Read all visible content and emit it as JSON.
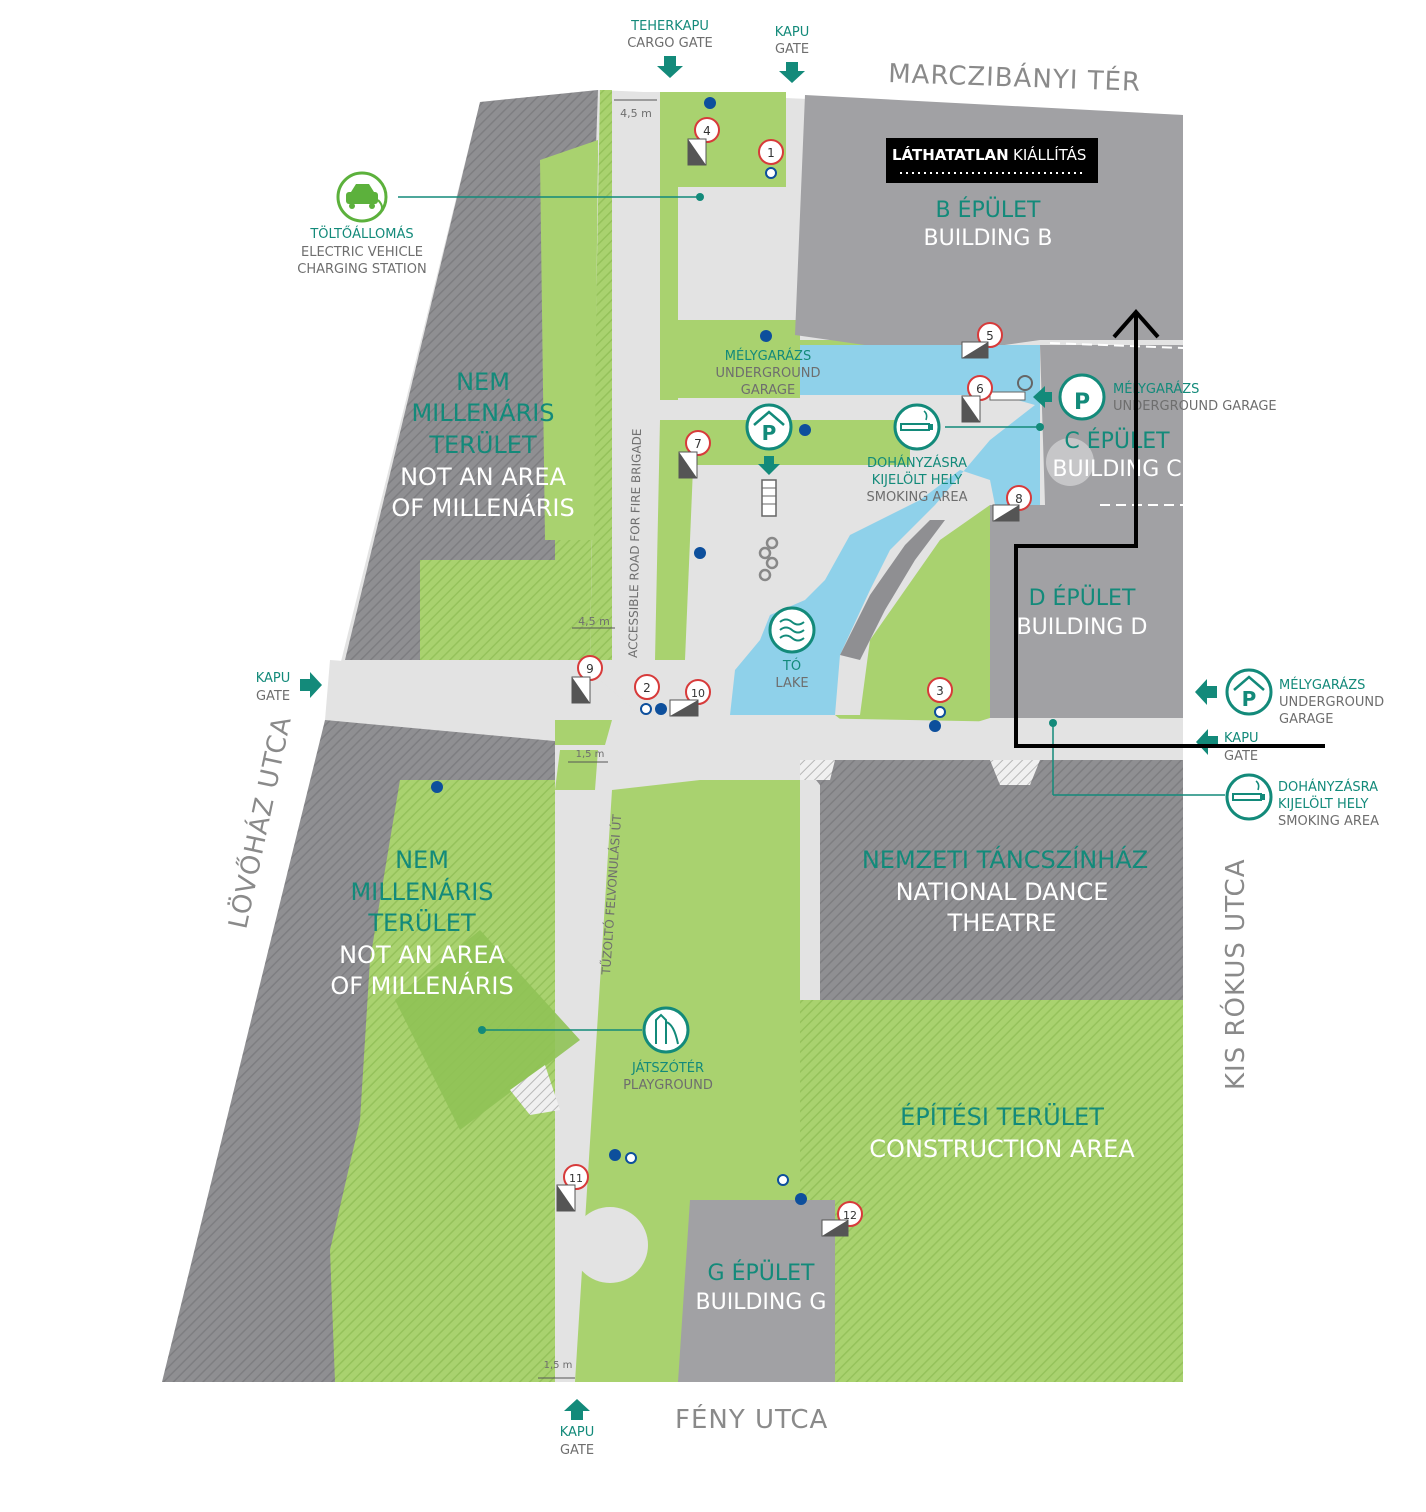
{
  "colors": {
    "grass": "#a9d26f",
    "grass_dark": "#8fc255",
    "building": "#a1a1a4",
    "path": "#e3e3e3",
    "water": "#8fd1ea",
    "accent": "#138a7a",
    "marker_red": "#d73a3a",
    "dot_blue": "#0d4f9c",
    "route": "#000000"
  },
  "streets": {
    "north": "MARCZIBÁNYI TÉR",
    "south": "FÉNY UTCA",
    "west": "LÖVŐHÁZ UTCA",
    "east": "KIS RÓKUS UTCA"
  },
  "gates": {
    "cargo": {
      "hu": "TEHERKAPU",
      "en": "CARGO GATE"
    },
    "north": {
      "hu": "KAPU",
      "en": "GATE"
    },
    "west": {
      "hu": "KAPU",
      "en": "GATE"
    },
    "east": {
      "hu": "KAPU",
      "en": "GATE"
    },
    "south": {
      "hu": "KAPU",
      "en": "GATE"
    }
  },
  "widths": {
    "top": "4,5 m",
    "middle": "4,5 m",
    "mid_small": "1,5 m",
    "bottom": "1,5 m"
  },
  "road_labels": {
    "fire_brigade": "ACCESSIBLE ROAD FOR FIRE BRIGADE",
    "tuzolto": "TŰZOLTÓ FELVONULÁSI ÚT"
  },
  "buildings": {
    "b": {
      "hu": "B ÉPÜLET",
      "en": "BUILDING B"
    },
    "c": {
      "hu": "C ÉPÜLET",
      "en": "BUILDING C"
    },
    "d": {
      "hu": "D ÉPÜLET",
      "en": "BUILDING D"
    },
    "g": {
      "hu": "G ÉPÜLET",
      "en": "BUILDING G"
    }
  },
  "exhibit": {
    "title_a": "LÁTHATATLAN",
    "title_b": "KIÁLLÍTÁS"
  },
  "areas": {
    "not_millenaris_1": {
      "hu1": "NEM",
      "hu2": "MILLENÁRIS",
      "hu3": "TERÜLET",
      "en1": "NOT AN AREA",
      "en2": "OF MILLENÁRIS"
    },
    "not_millenaris_2": {
      "hu1": "NEM",
      "hu2": "MILLENÁRIS",
      "hu3": "TERÜLET",
      "en1": "NOT AN AREA",
      "en2": "OF MILLENÁRIS"
    },
    "dance": {
      "hu": "NEMZETI TÁNCSZÍNHÁZ",
      "en1": "NATIONAL DANCE",
      "en2": "THEATRE"
    },
    "construction": {
      "hu": "ÉPÍTÉSI TERÜLET",
      "en": "CONSTRUCTION AREA"
    }
  },
  "pois": {
    "charging": {
      "hu": "TÖLTŐÁLLOMÁS",
      "en1": "ELECTRIC VEHICLE",
      "en2": "CHARGING STATION"
    },
    "garage_center": {
      "hu": "MÉLYGARÁZS",
      "en1": "UNDERGROUND",
      "en2": "GARAGE"
    },
    "garage_c": {
      "hu": "MÉLYGARÁZS",
      "en": "UNDERGROUND GARAGE"
    },
    "garage_east": {
      "hu": "MÉLYGARÁZS",
      "en1": "UNDERGROUND",
      "en2": "GARAGE"
    },
    "smoking_center": {
      "hu1": "DOHÁNYZÁSRA",
      "hu2": "KIJELÖLT HELY",
      "en": "SMOKING AREA"
    },
    "smoking_east": {
      "hu1": "DOHÁNYZÁSRA",
      "hu2": "KIJELÖLT HELY",
      "en": "SMOKING AREA"
    },
    "lake": {
      "hu": "TÓ",
      "en": "LAKE"
    },
    "playground": {
      "hu": "JÁTSZÓTÉR",
      "en": "PLAYGROUND"
    }
  },
  "markers": [
    "1",
    "2",
    "3",
    "4",
    "5",
    "6",
    "7",
    "8",
    "9",
    "10",
    "11",
    "12"
  ],
  "icons": {
    "parking": "P",
    "charging": "car-plug-icon",
    "smoking": "cigarette-icon",
    "lake": "waves-icon",
    "playground": "slide-icon",
    "arrow": "arrow-icon"
  }
}
